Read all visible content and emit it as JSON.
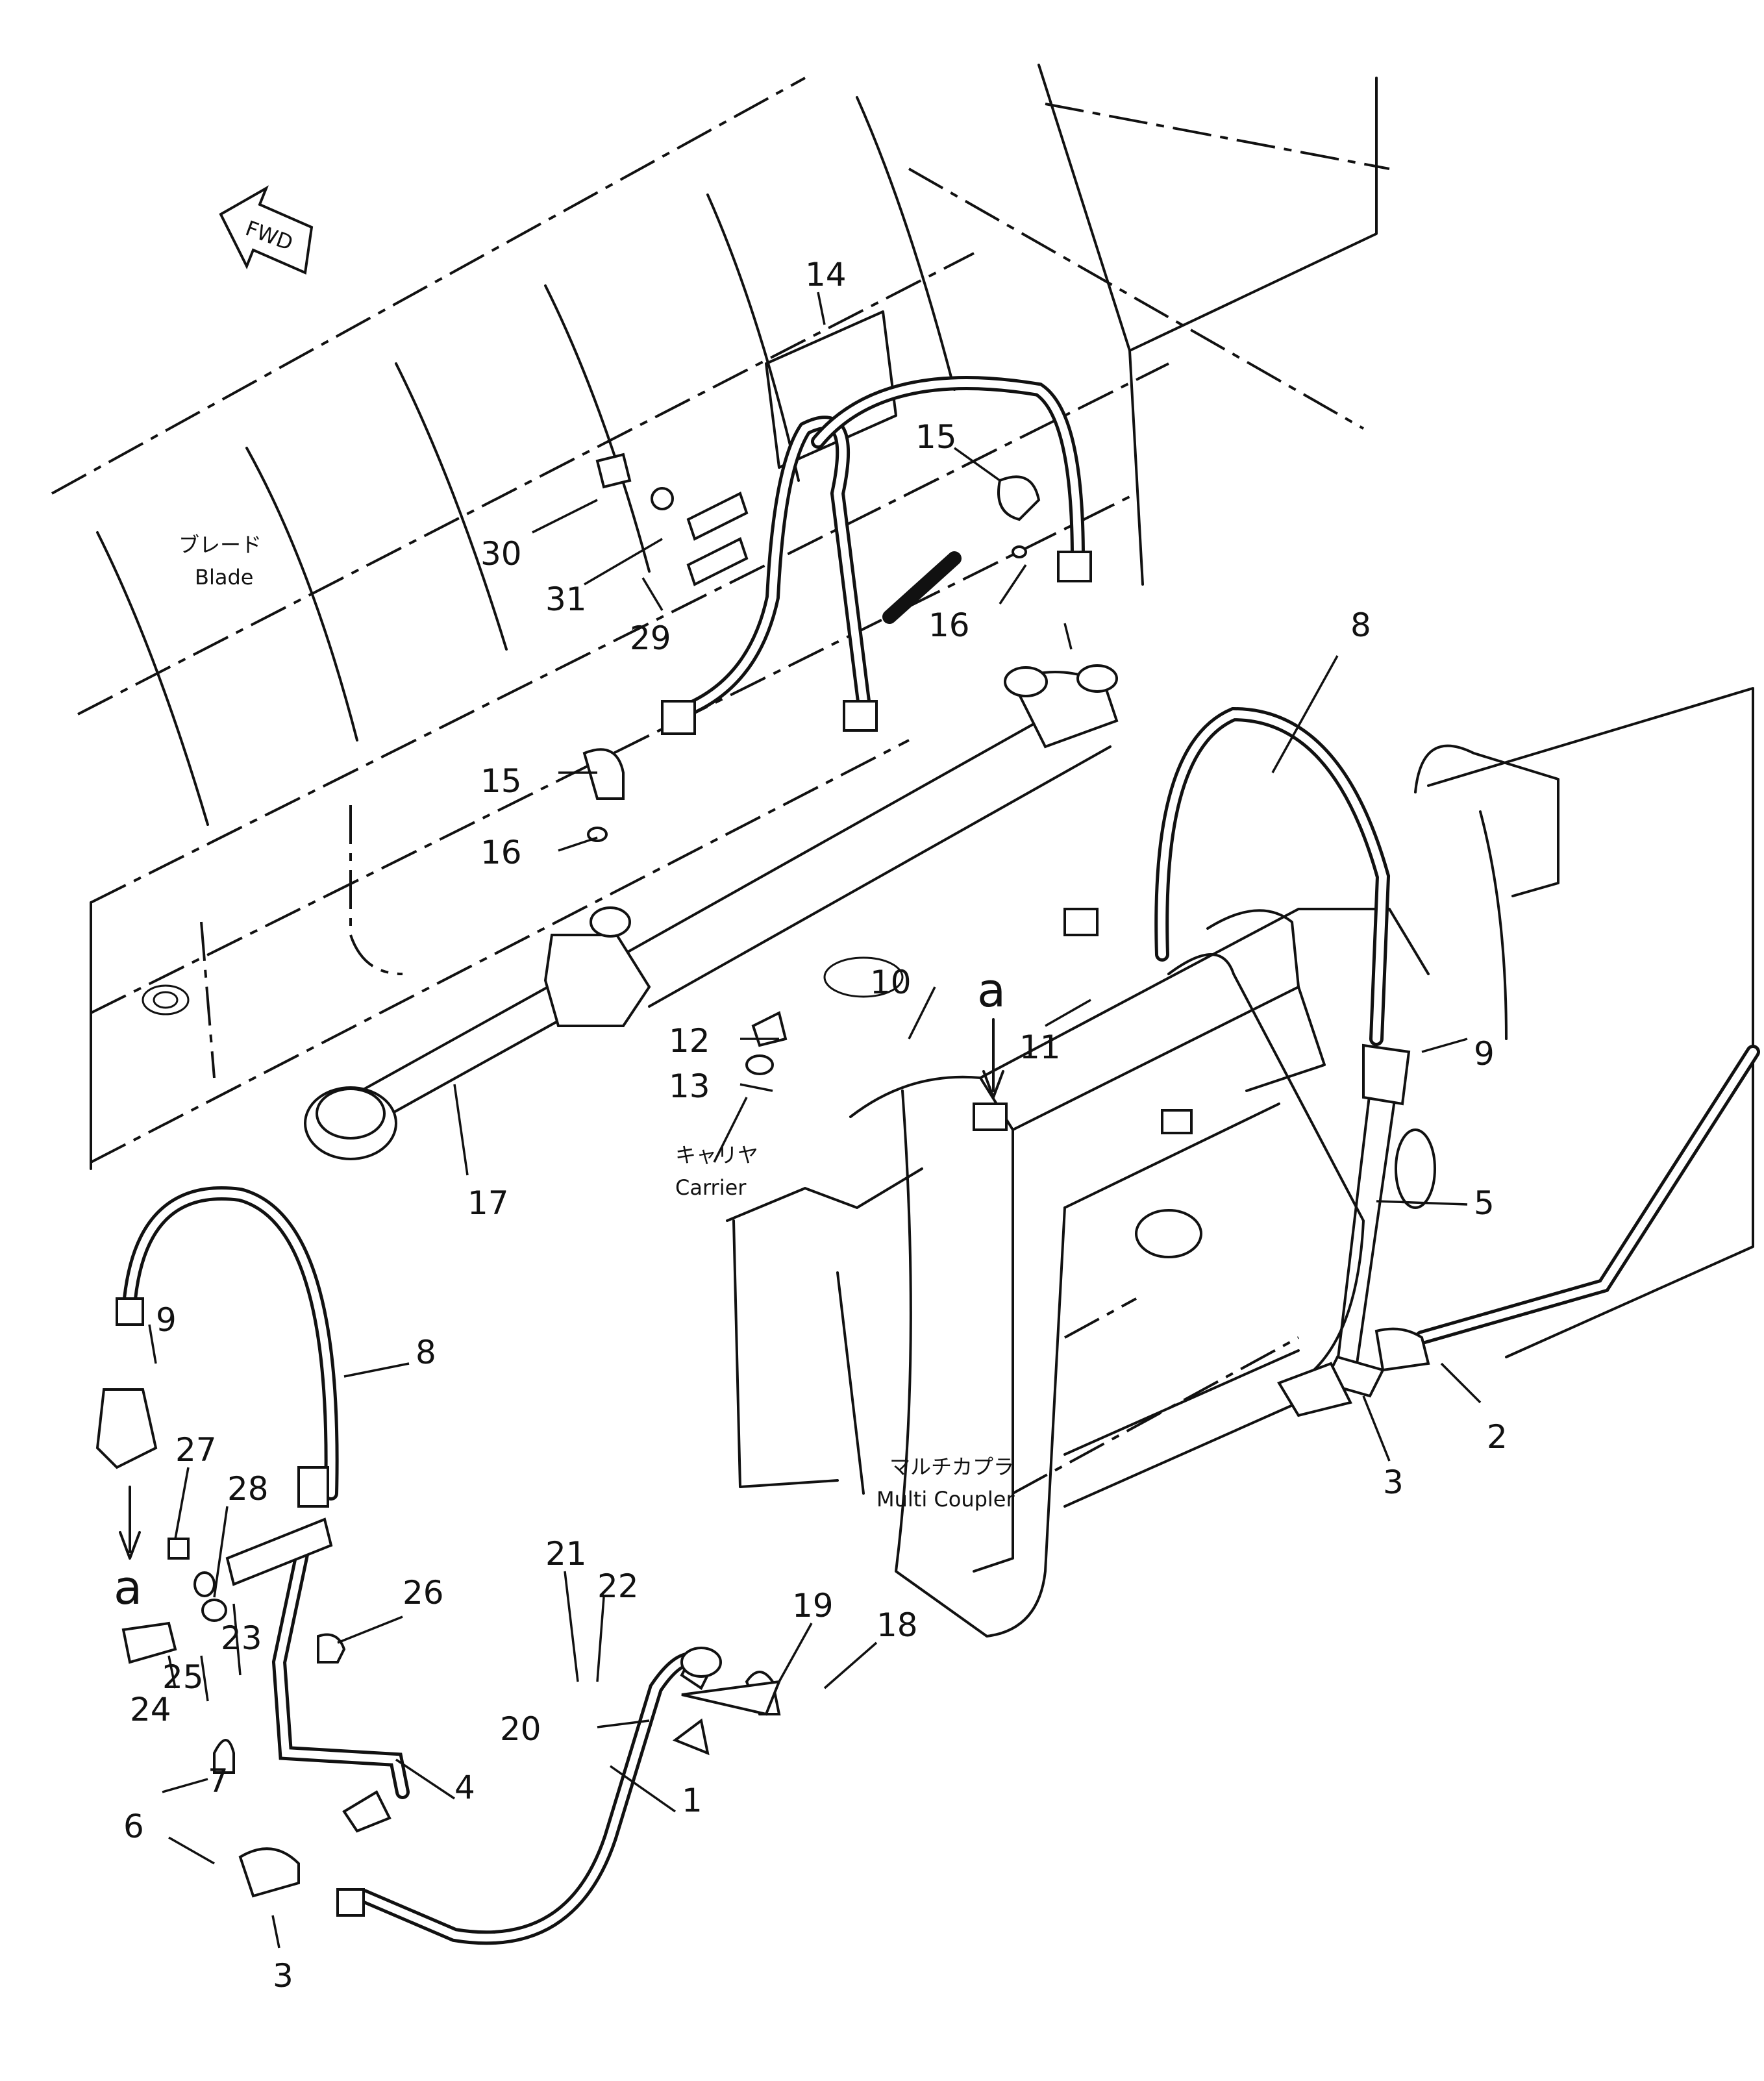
{
  "labels": {
    "fwd": "FWD",
    "blade_jp": "ブレード",
    "blade_en": "Blade",
    "carrier_jp": "キャリヤ",
    "carrier_en": "Carrier",
    "coupler_jp": "マルチカプラ",
    "coupler_en": "Multi Coupler",
    "ref_a_top": "a",
    "ref_a_bottom": "a"
  },
  "part_numbers": {
    "p1": "1",
    "p2": "2",
    "p3a": "3",
    "p3b": "3",
    "p4": "4",
    "p5": "5",
    "p6": "6",
    "p7": "7",
    "p8a": "8",
    "p8b": "8",
    "p9a": "9",
    "p9b": "9",
    "p10": "10",
    "p11": "11",
    "p12": "12",
    "p13": "13",
    "p14": "14",
    "p15a": "15",
    "p15b": "15",
    "p16a": "16",
    "p16b": "16",
    "p17": "17",
    "p18": "18",
    "p19": "19",
    "p20": "20",
    "p21": "21",
    "p22": "22",
    "p23": "23",
    "p24": "24",
    "p25": "25",
    "p26": "26",
    "p27": "27",
    "p28": "28",
    "p29": "29",
    "p30": "30",
    "p31": "31"
  }
}
